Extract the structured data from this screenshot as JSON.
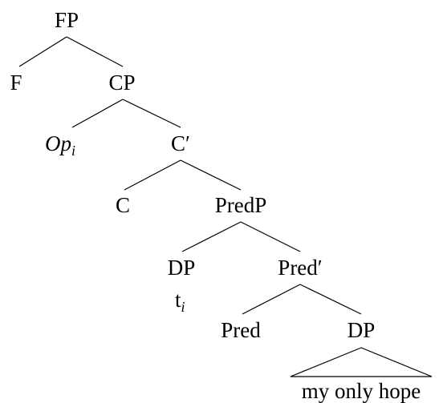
{
  "tree": {
    "nodes": {
      "fp": "FP",
      "f": "F",
      "cp": "CP",
      "op": "Op",
      "op_index": "i",
      "c_bar": "C′",
      "c": "C",
      "predp": "PredP",
      "dp_subject": "DP",
      "trace": "t",
      "trace_index": "i",
      "pred_bar": "Pred′",
      "pred": "Pred",
      "dp_object": "DP",
      "dp_object_content": "my only hope"
    }
  }
}
